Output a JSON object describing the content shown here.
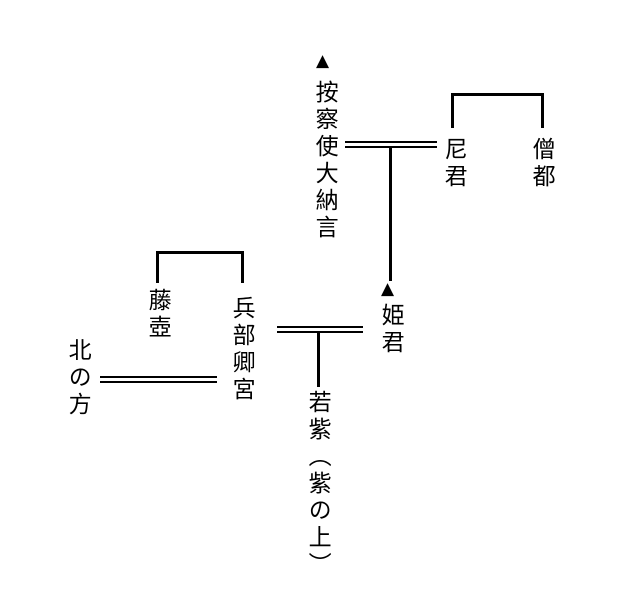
{
  "diagram": {
    "type": "family-tree",
    "colors": {
      "line": "#000000",
      "text": "#000000",
      "background": "#ffffff"
    },
    "nodes": {
      "azechi": {
        "label": "按察使大納言",
        "marker": "▲"
      },
      "amagimi": {
        "label": "尼君"
      },
      "souzu": {
        "label": "僧都"
      },
      "himegimi": {
        "label": "姫君",
        "marker": "▲"
      },
      "hyobukyo": {
        "label": "兵部卿宮"
      },
      "fujitsubo": {
        "label": "藤壺"
      },
      "kitanokata": {
        "label": "北の方"
      },
      "wakamurasaki": {
        "label": "若紫（紫の上）"
      }
    },
    "relations": [
      {
        "type": "sibling",
        "between": [
          "尼君",
          "僧都"
        ]
      },
      {
        "type": "marriage",
        "between": [
          "按察使大納言",
          "尼君"
        ]
      },
      {
        "type": "child",
        "parents": [
          "按察使大納言",
          "尼君"
        ],
        "child": "姫君"
      },
      {
        "type": "sibling",
        "between": [
          "藤壺",
          "兵部卿宮"
        ]
      },
      {
        "type": "marriage",
        "between": [
          "兵部卿宮",
          "姫君"
        ]
      },
      {
        "type": "marriage",
        "between": [
          "北の方",
          "兵部卿宮"
        ]
      },
      {
        "type": "child",
        "parents": [
          "兵部卿宮",
          "姫君"
        ],
        "child": "若紫（紫の上）"
      }
    ]
  }
}
